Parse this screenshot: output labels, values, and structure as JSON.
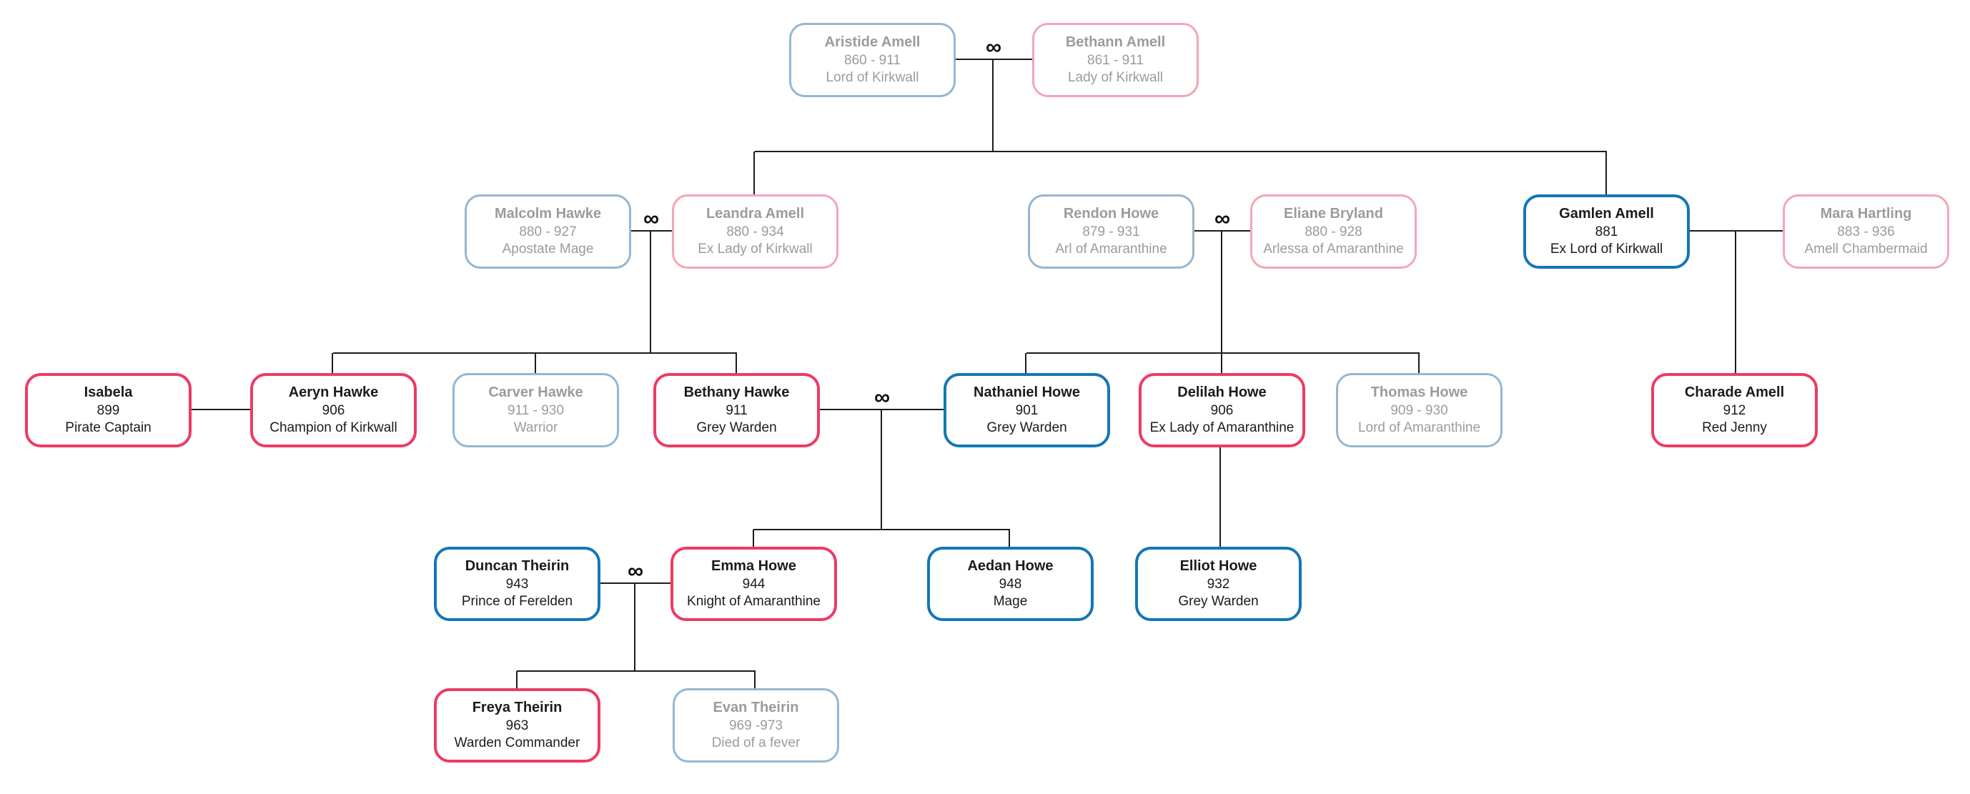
{
  "marriage_symbol": "∞",
  "colors": {
    "male_living_border": "#1377b4",
    "female_living_border": "#ee3a62",
    "male_deceased_border": "#94b7d2",
    "female_deceased_border": "#f4a6b4",
    "living_text": "#1b1b1b",
    "deceased_text": "#9b9b9b",
    "connector_line": "#1c1c1c",
    "background": "#ffffff"
  },
  "people": [
    {
      "id": "aristide",
      "name": "Aristide Amell",
      "years": "860 - 911",
      "title": "Lord of Kirkwall",
      "style": "male-deceased"
    },
    {
      "id": "bethann",
      "name": "Bethann Amell",
      "years": "861 - 911",
      "title": "Lady of Kirkwall",
      "style": "female-deceased"
    },
    {
      "id": "malcolm",
      "name": "Malcolm Hawke",
      "years": "880 - 927",
      "title": "Apostate Mage",
      "style": "male-deceased"
    },
    {
      "id": "leandra",
      "name": "Leandra Amell",
      "years": "880 - 934",
      "title": "Ex Lady of Kirkwall",
      "style": "female-deceased"
    },
    {
      "id": "rendon",
      "name": "Rendon Howe",
      "years": "879 - 931",
      "title": "Arl of Amaranthine",
      "style": "male-deceased"
    },
    {
      "id": "eliane",
      "name": "Eliane Bryland",
      "years": "880 - 928",
      "title": "Arlessa of Amaranthine",
      "style": "female-deceased"
    },
    {
      "id": "gamlen",
      "name": "Gamlen Amell",
      "years": "881",
      "title": "Ex Lord of Kirkwall",
      "style": "male-living"
    },
    {
      "id": "mara",
      "name": "Mara Hartling",
      "years": "883 - 936",
      "title": "Amell Chambermaid",
      "style": "female-deceased"
    },
    {
      "id": "isabela",
      "name": "Isabela",
      "years": "899",
      "title": "Pirate Captain",
      "style": "female-living"
    },
    {
      "id": "aeryn",
      "name": "Aeryn Hawke",
      "years": "906",
      "title": "Champion of Kirkwall",
      "style": "female-living"
    },
    {
      "id": "carver",
      "name": "Carver Hawke",
      "years": "911 - 930",
      "title": "Warrior",
      "style": "male-deceased"
    },
    {
      "id": "bethany",
      "name": "Bethany Hawke",
      "years": "911",
      "title": "Grey Warden",
      "style": "female-living"
    },
    {
      "id": "nathaniel",
      "name": "Nathaniel Howe",
      "years": "901",
      "title": "Grey Warden",
      "style": "male-living"
    },
    {
      "id": "delilah",
      "name": "Delilah Howe",
      "years": "906",
      "title": "Ex Lady of Amaranthine",
      "style": "female-living"
    },
    {
      "id": "thomas",
      "name": "Thomas Howe",
      "years": "909 - 930",
      "title": "Lord of Amaranthine",
      "style": "male-deceased"
    },
    {
      "id": "charade",
      "name": "Charade Amell",
      "years": "912",
      "title": "Red Jenny",
      "style": "female-living"
    },
    {
      "id": "duncan",
      "name": "Duncan Theirin",
      "years": "943",
      "title": "Prince of Ferelden",
      "style": "male-living"
    },
    {
      "id": "emma",
      "name": "Emma Howe",
      "years": "944",
      "title": "Knight of Amaranthine",
      "style": "female-living"
    },
    {
      "id": "aedan",
      "name": "Aedan Howe",
      "years": "948",
      "title": "Mage",
      "style": "male-living"
    },
    {
      "id": "elliot",
      "name": "Elliot Howe",
      "years": "932",
      "title": "Grey Warden",
      "style": "male-living"
    },
    {
      "id": "freya",
      "name": "Freya Theirin",
      "years": "963",
      "title": "Warden Commander",
      "style": "female-living"
    },
    {
      "id": "evan",
      "name": "Evan Theirin",
      "years": "969 -973",
      "title": "Died of a fever",
      "style": "male-deceased"
    }
  ]
}
